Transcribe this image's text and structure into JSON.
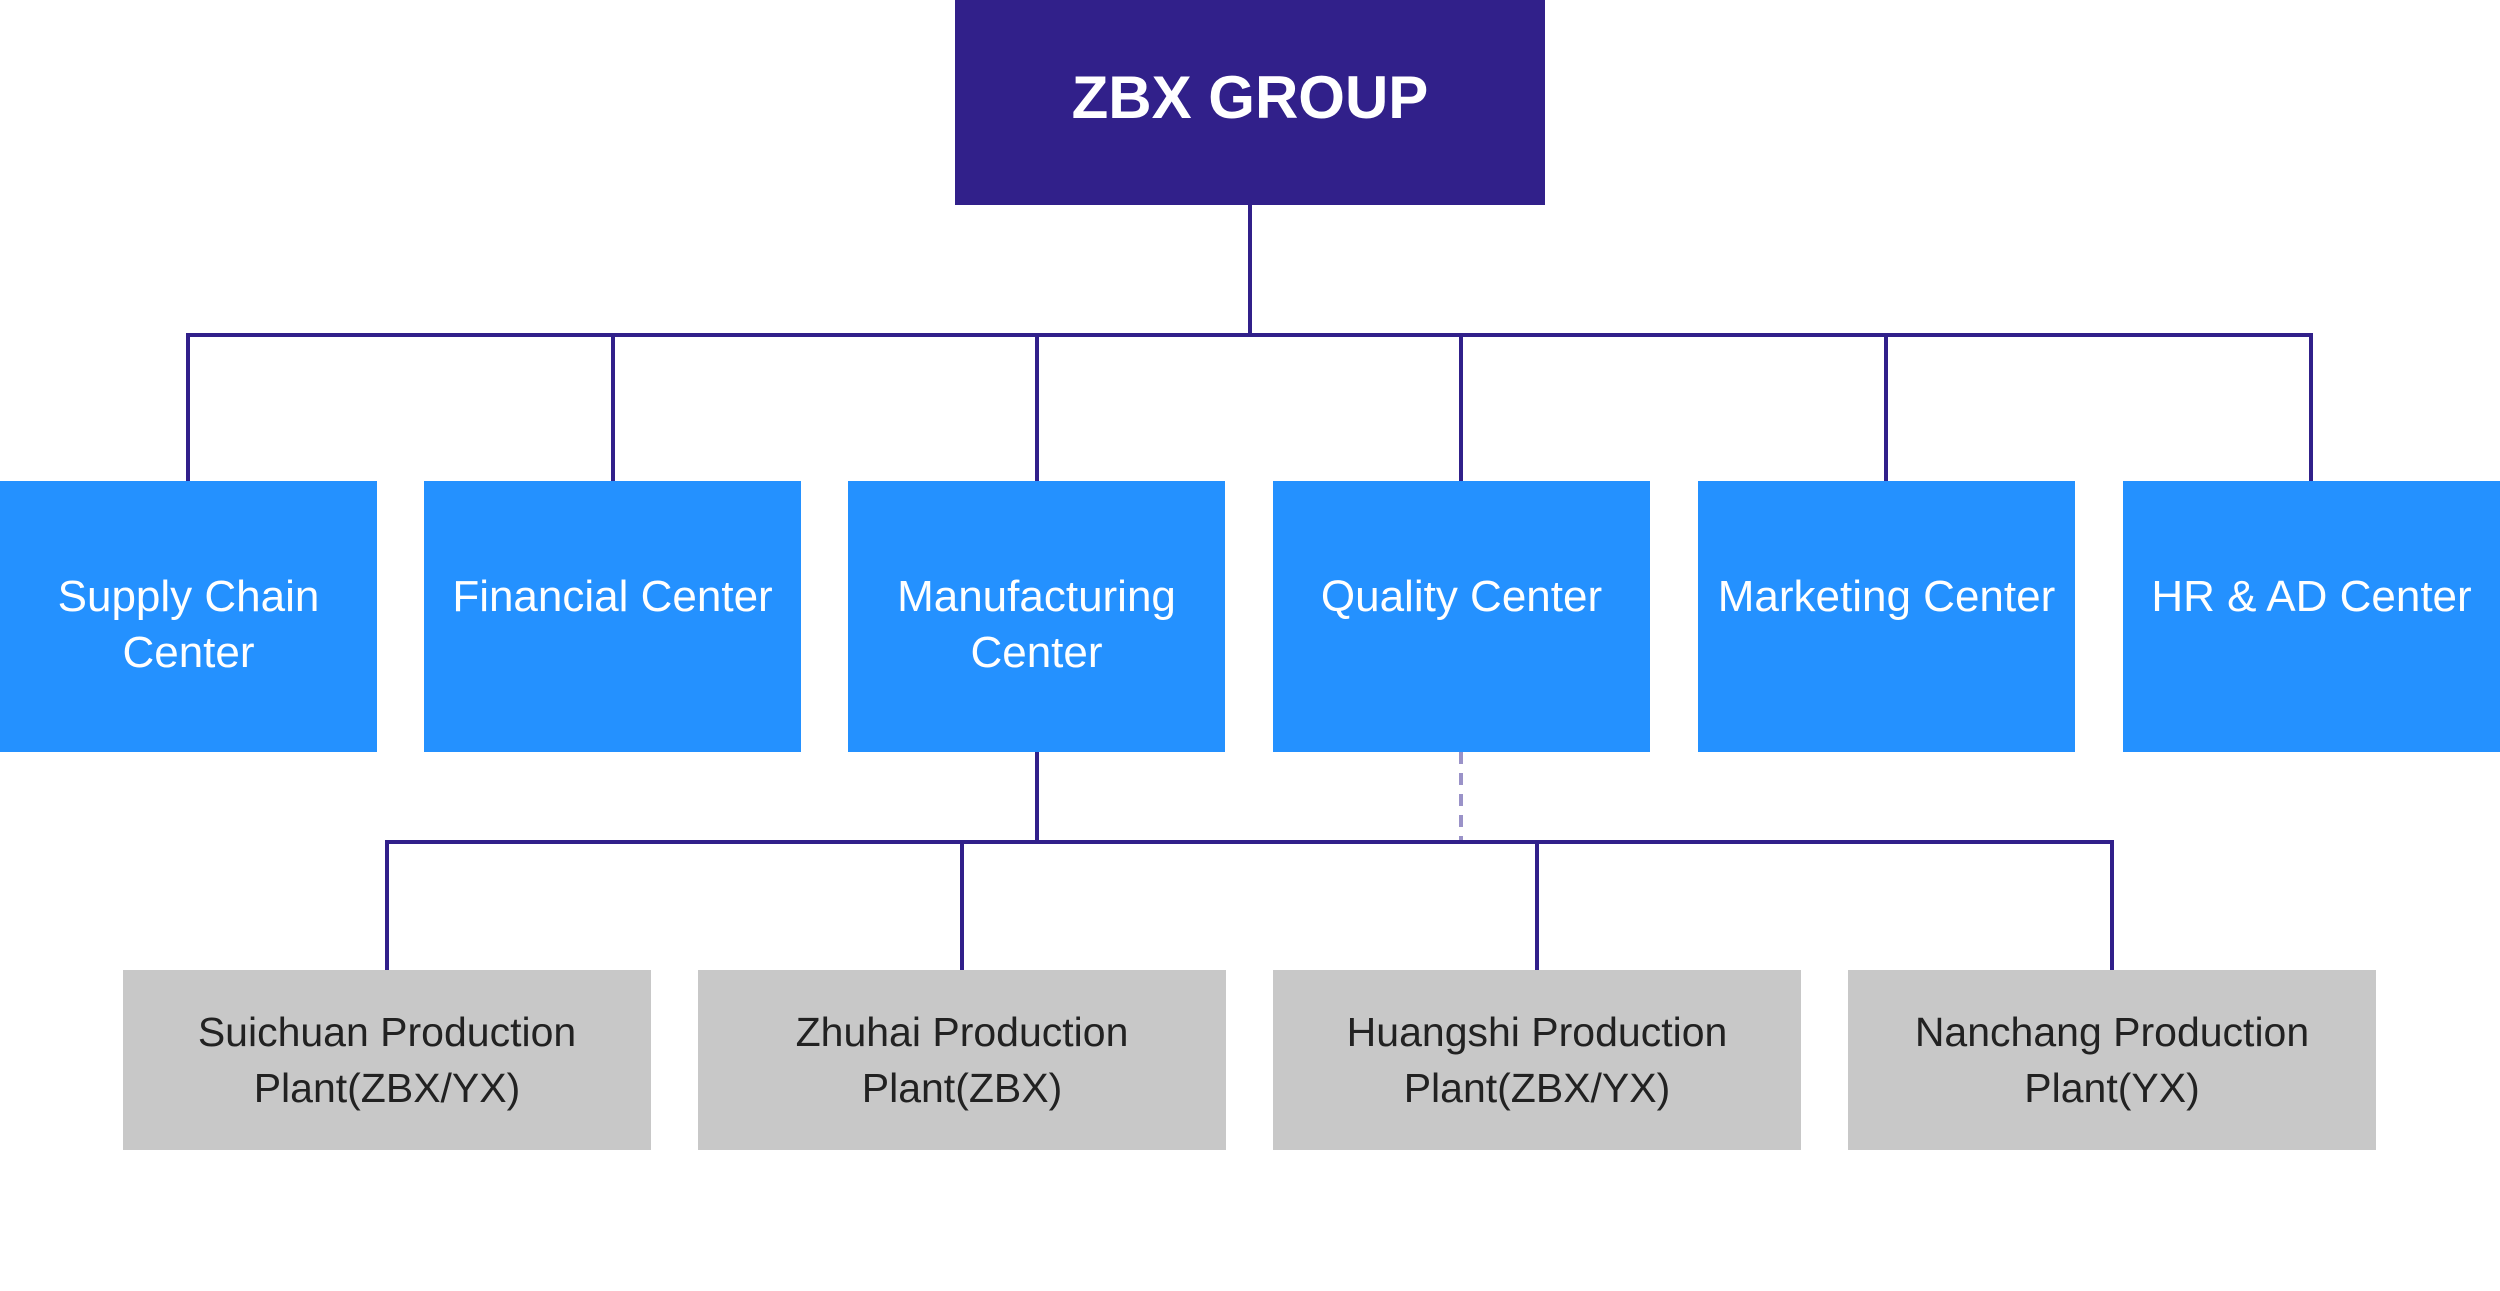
{
  "root": {
    "label": "ZBX GROUP"
  },
  "departments": [
    {
      "label": "Supply Chain Center"
    },
    {
      "label": "Financial Center"
    },
    {
      "label": "Manufacturing Center"
    },
    {
      "label": "Quality Center"
    },
    {
      "label": "Marketing Center"
    },
    {
      "label": "HR & AD Center"
    }
  ],
  "plants": [
    {
      "label": "Suichuan Production Plant(ZBX/YX)"
    },
    {
      "label": "Zhuhai Production Plant(ZBX)"
    },
    {
      "label": "Huangshi Production Plant(ZBX/YX)"
    },
    {
      "label": "Nanchang Production Plant(YX)"
    }
  ],
  "colors": {
    "root": "#31208A",
    "department": "#2491FF",
    "plant": "#C8C8C8",
    "connector": "#31208A",
    "dashed_connector": "#9A92C8"
  }
}
